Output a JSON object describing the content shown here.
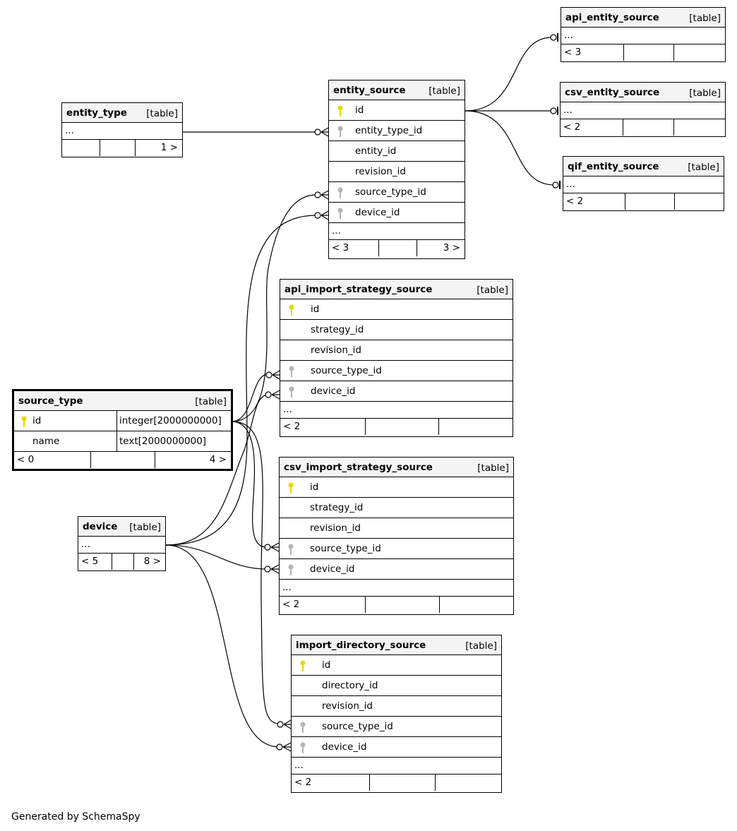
{
  "tables": {
    "entity_type": {
      "name": "entity_type",
      "kind": "[table]",
      "ellipsis": "...",
      "foot_left": "",
      "foot_right": "1 >"
    },
    "entity_source": {
      "name": "entity_source",
      "kind": "[table]",
      "columns": [
        {
          "name": "id",
          "key": "primary"
        },
        {
          "name": "entity_type_id",
          "key": "foreign"
        },
        {
          "name": "entity_id",
          "key": "none"
        },
        {
          "name": "revision_id",
          "key": "none"
        },
        {
          "name": "source_type_id",
          "key": "foreign"
        },
        {
          "name": "device_id",
          "key": "foreign"
        }
      ],
      "ellipsis": "...",
      "foot_left": "< 3",
      "foot_right": "3 >"
    },
    "api_entity_source": {
      "name": "api_entity_source",
      "kind": "[table]",
      "ellipsis": "...",
      "foot_left": "< 3",
      "foot_right": ""
    },
    "csv_entity_source": {
      "name": "csv_entity_source",
      "kind": "[table]",
      "ellipsis": "...",
      "foot_left": "< 2",
      "foot_right": ""
    },
    "qif_entity_source": {
      "name": "qif_entity_source",
      "kind": "[table]",
      "ellipsis": "...",
      "foot_left": "< 2",
      "foot_right": ""
    },
    "source_type": {
      "name": "source_type",
      "kind": "[table]",
      "columns": [
        {
          "name": "id",
          "type": "integer[2000000000]",
          "key": "primary"
        },
        {
          "name": "name",
          "type": "text[2000000000]",
          "key": "none"
        }
      ],
      "foot_left": "< 0",
      "foot_right": "4 >"
    },
    "device": {
      "name": "device",
      "kind": "[table]",
      "ellipsis": "...",
      "foot_left": "< 5",
      "foot_right": "8 >"
    },
    "api_import_strategy_source": {
      "name": "api_import_strategy_source",
      "kind": "[table]",
      "columns": [
        {
          "name": "id",
          "key": "primary"
        },
        {
          "name": "strategy_id",
          "key": "none"
        },
        {
          "name": "revision_id",
          "key": "none"
        },
        {
          "name": "source_type_id",
          "key": "foreign"
        },
        {
          "name": "device_id",
          "key": "foreign"
        }
      ],
      "ellipsis": "...",
      "foot_left": "< 2",
      "foot_right": ""
    },
    "csv_import_strategy_source": {
      "name": "csv_import_strategy_source",
      "kind": "[table]",
      "columns": [
        {
          "name": "id",
          "key": "primary"
        },
        {
          "name": "strategy_id",
          "key": "none"
        },
        {
          "name": "revision_id",
          "key": "none"
        },
        {
          "name": "source_type_id",
          "key": "foreign"
        },
        {
          "name": "device_id",
          "key": "foreign"
        }
      ],
      "ellipsis": "...",
      "foot_left": "< 2",
      "foot_right": ""
    },
    "import_directory_source": {
      "name": "import_directory_source",
      "kind": "[table]",
      "columns": [
        {
          "name": "id",
          "key": "primary"
        },
        {
          "name": "directory_id",
          "key": "none"
        },
        {
          "name": "revision_id",
          "key": "none"
        },
        {
          "name": "source_type_id",
          "key": "foreign"
        },
        {
          "name": "device_id",
          "key": "foreign"
        }
      ],
      "ellipsis": "...",
      "foot_left": "< 2",
      "foot_right": ""
    }
  },
  "colors": {
    "primary_key": "#e6d800",
    "foreign_key": "#b4b4b4"
  },
  "footer": {
    "credit": "Generated by SchemaSpy"
  }
}
